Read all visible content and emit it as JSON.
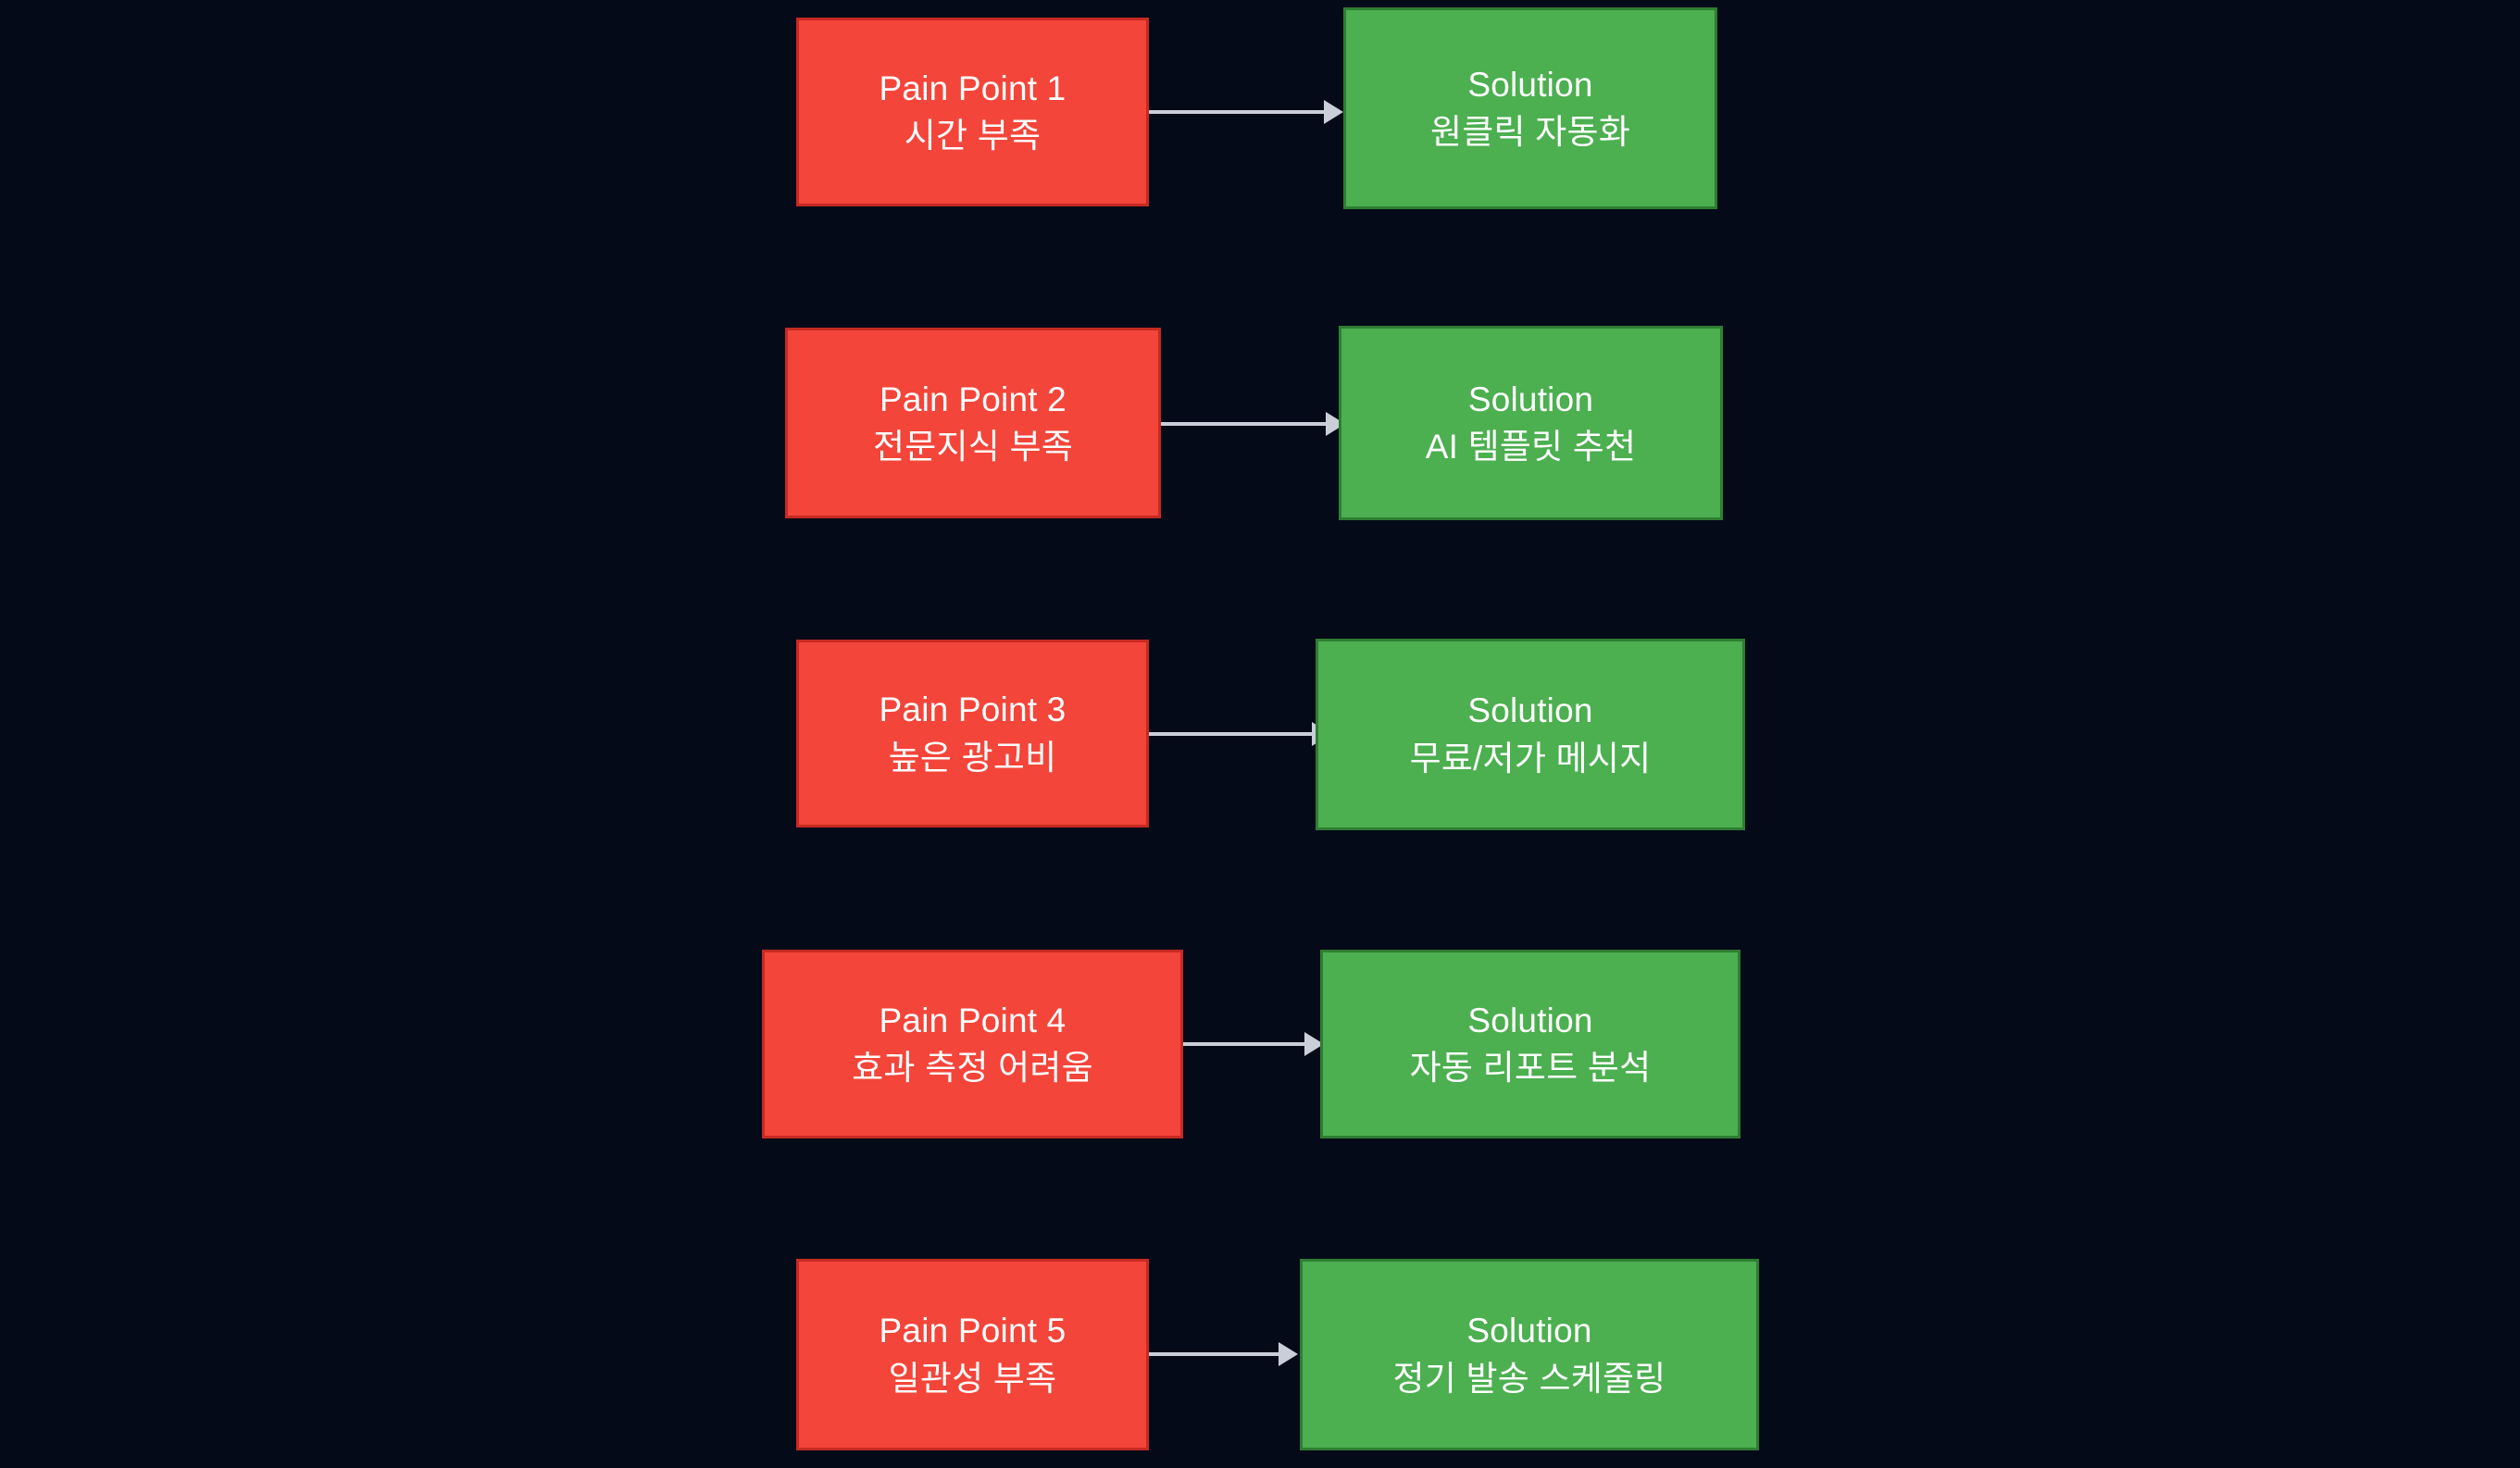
{
  "diagram": {
    "type": "flow",
    "background_color": "#050a18",
    "pain_color": "#f4453a",
    "pain_border_color": "#c62a22",
    "solution_color": "#4caf50",
    "solution_border_color": "#2f7d33",
    "edge_color": "#c9ced8",
    "text_color": "#ffffff",
    "rows": [
      {
        "pain": {
          "title": "Pain Point 1",
          "detail": "시간 부족"
        },
        "solution": {
          "title": "Solution",
          "detail": "원클릭 자동화"
        }
      },
      {
        "pain": {
          "title": "Pain Point 2",
          "detail": "전문지식 부족"
        },
        "solution": {
          "title": "Solution",
          "detail": "AI 템플릿 추천"
        }
      },
      {
        "pain": {
          "title": "Pain Point 3",
          "detail": "높은 광고비"
        },
        "solution": {
          "title": "Solution",
          "detail": "무료/저가 메시지"
        }
      },
      {
        "pain": {
          "title": "Pain Point 4",
          "detail": "효과 측정 어려움"
        },
        "solution": {
          "title": "Solution",
          "detail": "자동 리포트 분석"
        }
      },
      {
        "pain": {
          "title": "Pain Point 5",
          "detail": "일관성 부족"
        },
        "solution": {
          "title": "Solution",
          "detail": "정기 발송 스케줄링"
        }
      }
    ]
  }
}
